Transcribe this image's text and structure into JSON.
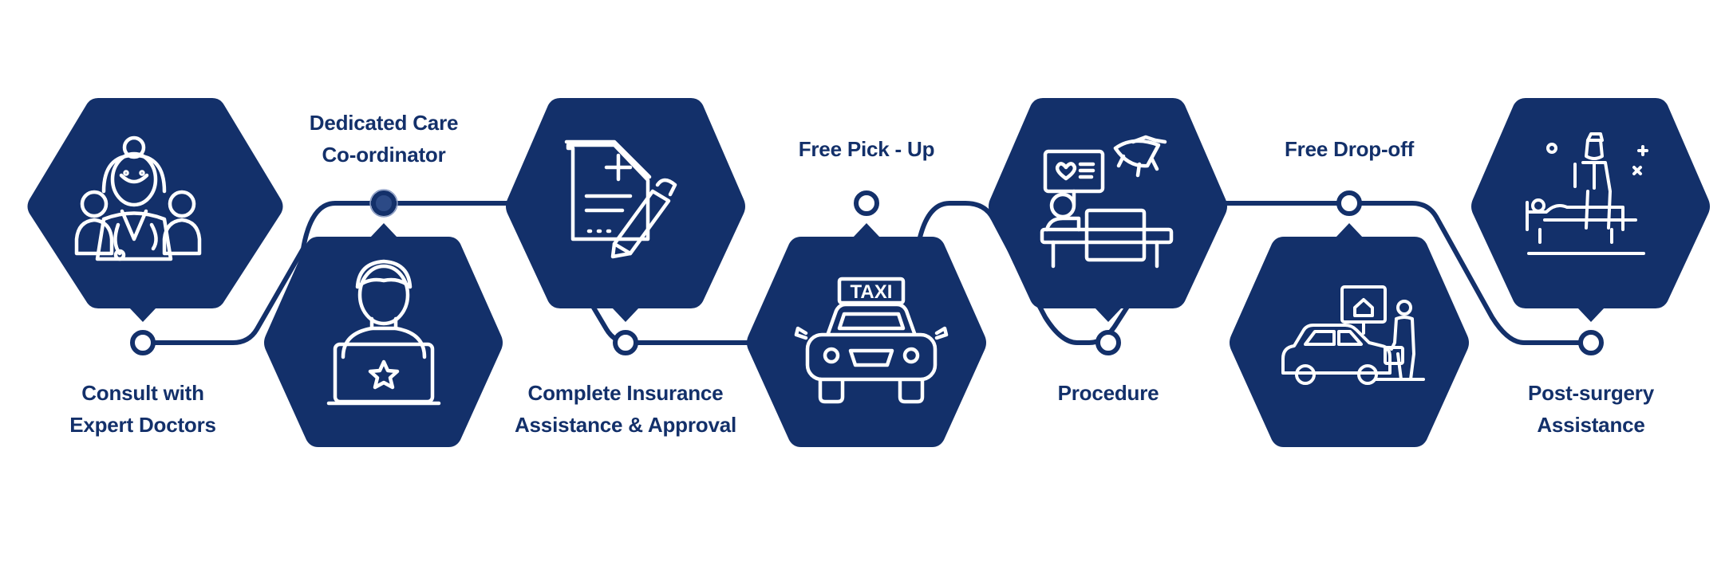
{
  "theme": {
    "primary": "#13306a",
    "text": "#13306a",
    "background": "#ffffff",
    "icon_stroke": "#ffffff"
  },
  "steps": [
    {
      "id": "consult",
      "icon": "doctors-team-icon",
      "label_lines": [
        "Consult with",
        "Expert Doctors"
      ],
      "label_side": "below"
    },
    {
      "id": "coordinator",
      "icon": "care-coordinator-icon",
      "label_lines": [
        "Dedicated Care",
        "Co-ordinator"
      ],
      "label_side": "above"
    },
    {
      "id": "insurance",
      "icon": "insurance-document-icon",
      "label_lines": [
        "Complete Insurance",
        "Assistance & Approval"
      ],
      "label_side": "below"
    },
    {
      "id": "pickup",
      "icon": "taxi-icon",
      "label_lines": [
        "Free Pick - Up"
      ],
      "label_side": "above"
    },
    {
      "id": "procedure",
      "icon": "surgery-procedure-icon",
      "label_lines": [
        "Procedure"
      ],
      "label_side": "below"
    },
    {
      "id": "dropoff",
      "icon": "car-drop-off-icon",
      "label_lines": [
        "Free Drop-off"
      ],
      "label_side": "above"
    },
    {
      "id": "post-surgery",
      "icon": "post-surgery-care-icon",
      "label_lines": [
        "Post-surgery",
        "Assistance"
      ],
      "label_side": "below"
    }
  ]
}
